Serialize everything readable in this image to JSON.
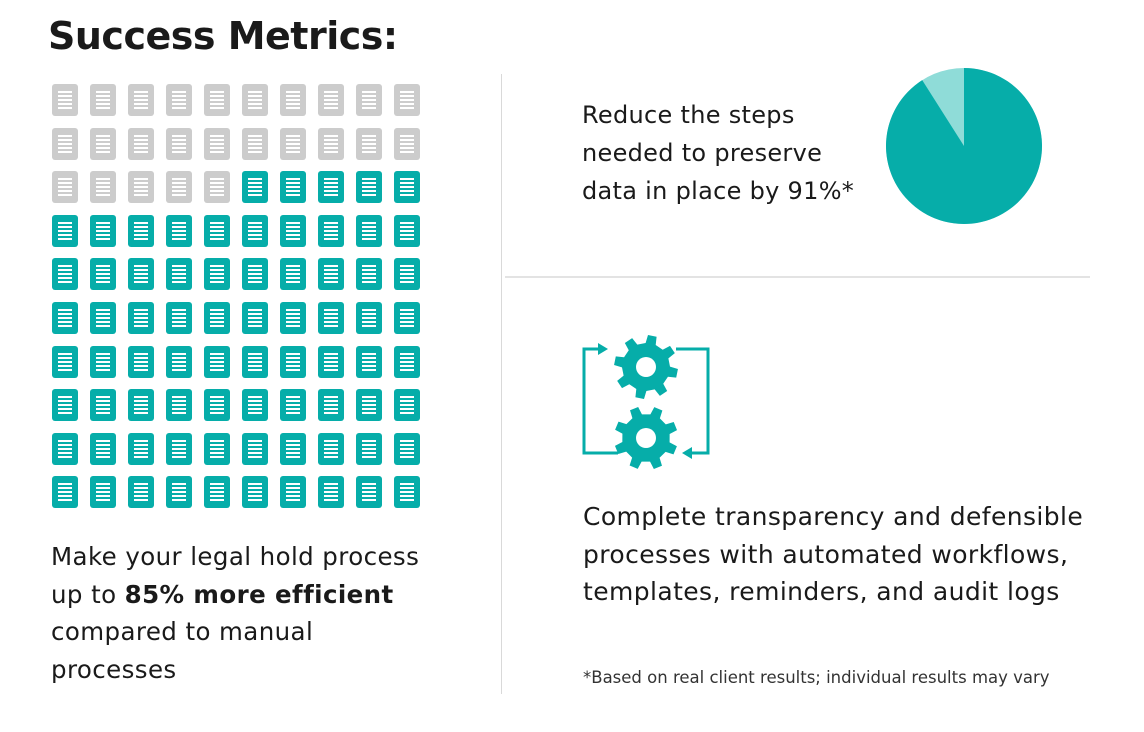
{
  "title": "Success Metrics:",
  "doc_grid": {
    "rows": 10,
    "cols": 10,
    "gray_count": 25,
    "teal_count": 75,
    "gray_color": "#cccccc",
    "teal_color": "#06ada9",
    "icon": "document-icon"
  },
  "left_metric": {
    "text_before": "Make your legal hold process up to ",
    "bold_text": "85% more efficient",
    "text_after": " compared to manual processes"
  },
  "top_metric": {
    "text": "Reduce the steps needed to preserve data in place by 91%*",
    "pie_percent": 91,
    "pie_main_color": "#06ada9",
    "pie_rest_color": "#8fdcd8"
  },
  "bottom_metric": {
    "icon": "gears-cycle-icon",
    "text": "Complete transparency and defensible processes with automated workflows, templates, reminders, and audit logs"
  },
  "footnote": "*Based on real client results; individual results may vary"
}
